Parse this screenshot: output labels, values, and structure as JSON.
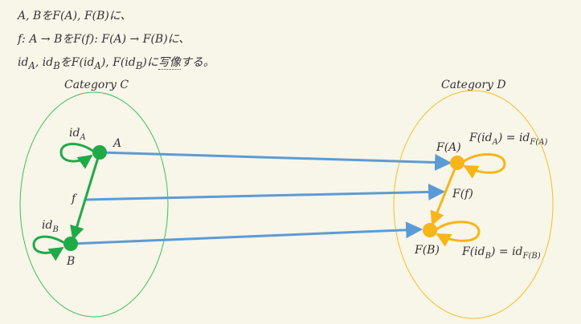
{
  "text": {
    "line1": "A, BをF(A), F(B)に、",
    "line2": "f: A → BをF(f): F(A) → F(B)に、",
    "line3_part1": "id",
    "line3_sub1": "A",
    "line3_part2": ", id",
    "line3_sub2": "B",
    "line3_part3": "をF(id",
    "line3_sub3": "A",
    "line3_part4": "), F(id",
    "line3_sub4": "B",
    "line3_part5": ")に",
    "line3_part6": "写像",
    "line3_part7": "する。"
  },
  "diagram": {
    "category_c": "Category C",
    "category_d": "Category D",
    "node_a": "A",
    "node_b": "B",
    "arrow_f": "f",
    "id_a": "id",
    "id_a_sub": "A",
    "id_b": "id",
    "id_b_sub": "B",
    "node_fa": "F(A)",
    "node_fb": "F(B)",
    "arrow_ff": "F(f)",
    "fida_lhs": "F(id",
    "fida_sub": "A",
    "fida_mid": ") = id",
    "fida_rhs_sub": "F(A)",
    "fidb_lhs": "F(id",
    "fidb_sub": "B",
    "fidb_mid": ") = id",
    "fidb_rhs_sub": "F(B)"
  },
  "colors": {
    "background": "#f8f5e9",
    "category_c": "#3cc25a",
    "category_d": "#f2c224",
    "node_c": "#1faa48",
    "node_d": "#f7b51a",
    "functor_arrow": "#5b9bd5"
  }
}
